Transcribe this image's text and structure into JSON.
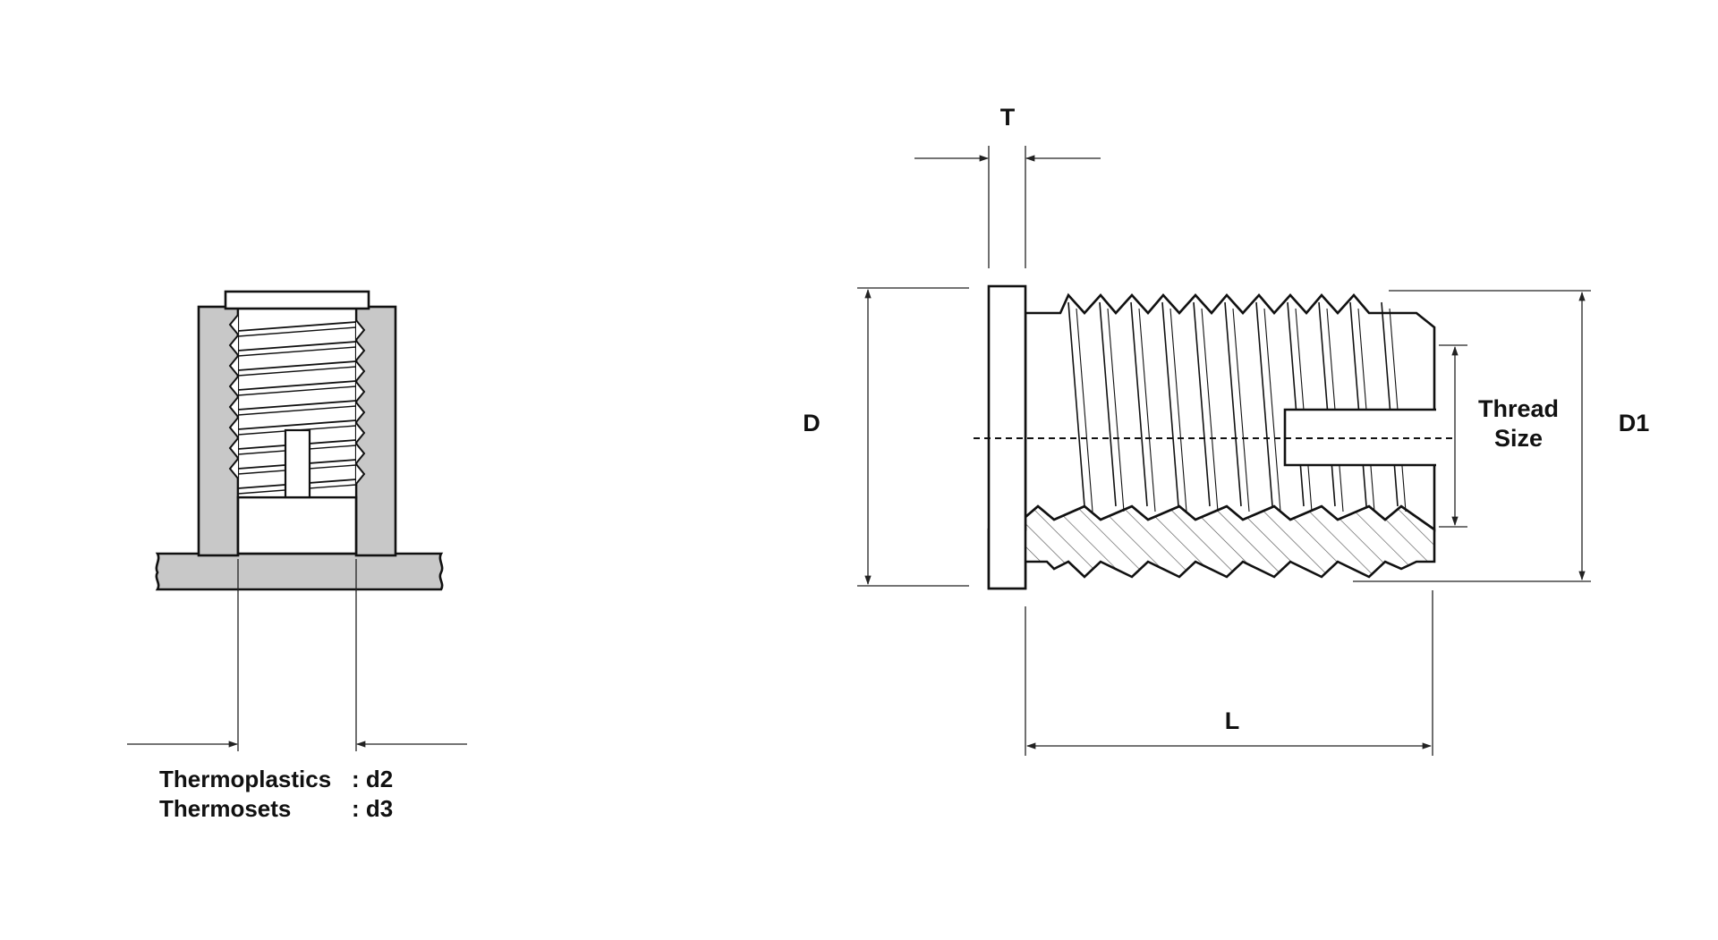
{
  "labels": {
    "T": "T",
    "D": "D",
    "D1": "D1",
    "L": "L",
    "thread_size_line1": "Thread",
    "thread_size_line2": "Size",
    "material_1_name": "Thermoplastics",
    "material_1_value": ": d2",
    "material_2_name": "Thermosets",
    "material_2_value": ": d3"
  },
  "colors": {
    "line": "#111111",
    "wall_fill": "#c8c8c8",
    "hatch": "#555555",
    "dimension_line": "#222222",
    "background": "#ffffff"
  }
}
